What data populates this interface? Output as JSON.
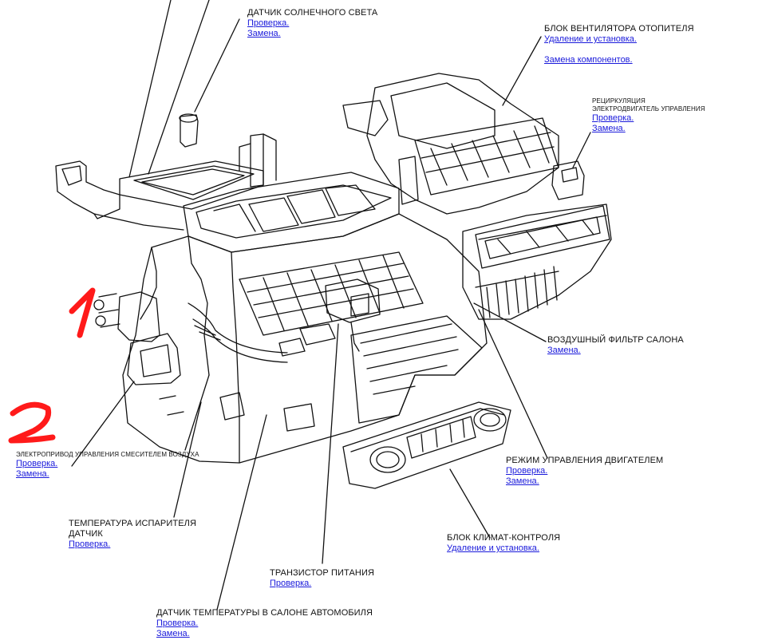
{
  "colors": {
    "link": "#1a1adb",
    "line": "#111111",
    "annotation": "#ff1a1a"
  },
  "annotations": {
    "mark1": "1",
    "mark2": "2"
  },
  "callouts": {
    "sun_sensor": {
      "title": "ДАТЧИК СОЛНЕЧНОГО СВЕТА",
      "link1": "Проверка.",
      "link2": "Замена."
    },
    "blower_unit": {
      "title": "БЛОК ВЕНТИЛЯТОРА ОТОПИТЕЛЯ",
      "link1": "Удаление и установка.",
      "link2": "Замена компонентов."
    },
    "recirc_motor": {
      "title1": "РЕЦИРКУЛЯЦИЯ",
      "title2": "ЭЛЕКТРОДВИГАТЕЛЬ УПРАВЛЕНИЯ",
      "link1": "Проверка.",
      "link2": "Замена."
    },
    "cabin_filter": {
      "title": "ВОЗДУШНЫЙ ФИЛЬТР САЛОНА",
      "link1": "Замена."
    },
    "mix_motor": {
      "title": "ЭЛЕКТРОПРИВОД УПРАВЛЕНИЯ СМЕСИТЕЛЕМ ВОЗДУХА",
      "link1": "Проверка.",
      "link2": "Замена."
    },
    "mode_motor": {
      "title": "РЕЖИМ УПРАВЛЕНИЯ ДВИГАТЕЛЕМ",
      "link1": "Проверка.",
      "link2": "Замена."
    },
    "evap_sensor": {
      "title1": "ТЕМПЕРАТУРА ИСПАРИТЕЛЯ",
      "title2": "ДАТЧИК",
      "link1": "Проверка."
    },
    "climate_unit": {
      "title": "БЛОК КЛИМАТ-КОНТРОЛЯ",
      "link1": "Удаление и установка."
    },
    "power_transistor": {
      "title": "ТРАНЗИСТОР ПИТАНИЯ",
      "link1": "Проверка."
    },
    "cabin_temp_sensor": {
      "title": "ДАТЧИК ТЕМПЕРАТУРЫ В САЛОНЕ АВТОМОБИЛЯ",
      "link1": "Проверка.",
      "link2": "Замена."
    }
  }
}
